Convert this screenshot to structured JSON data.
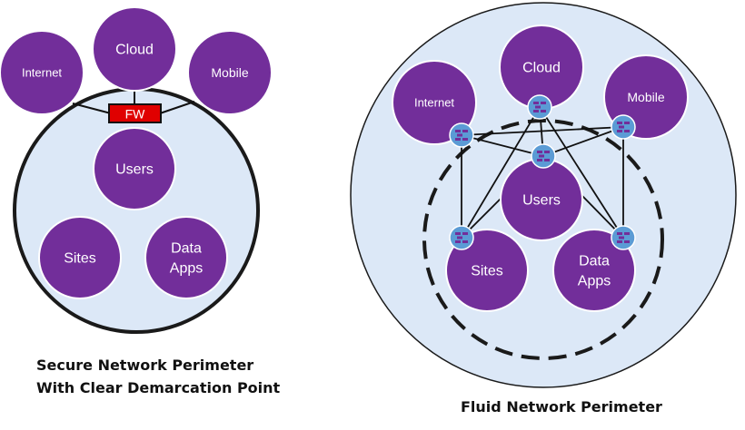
{
  "colors": {
    "node_fill": "#722e9a",
    "node_stroke": "#ffffff",
    "container_fill": "#dce8f7",
    "container_stroke": "#1a1a1a",
    "fw_fill": "#e00000",
    "connector_fill": "#5b9bd5",
    "line": "#111111"
  },
  "left_diagram": {
    "nodes": {
      "internet": "Internet",
      "cloud": "Cloud",
      "mobile": "Mobile",
      "users": "Users",
      "sites": "Sites",
      "data_apps_line1": "Data",
      "data_apps_line2": "Apps"
    },
    "firewall_label": "FW",
    "caption_line1": "Secure Network Perimeter",
    "caption_line2": "With Clear Demarcation Point"
  },
  "right_diagram": {
    "nodes": {
      "internet": "Internet",
      "cloud": "Cloud",
      "mobile": "Mobile",
      "users": "Users",
      "sites": "Sites",
      "data_apps_line1": "Data",
      "data_apps_line2": "Apps"
    },
    "caption": "Fluid Network Perimeter",
    "connector_icon": "firewall-icon"
  }
}
